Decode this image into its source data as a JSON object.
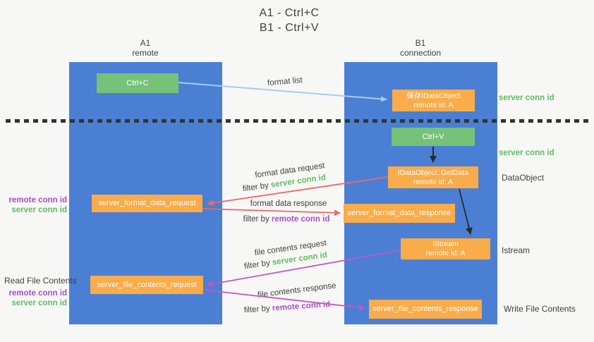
{
  "title": {
    "line1": "A1 - Ctrl+C",
    "line2": "B1 - Ctrl+V"
  },
  "columns": {
    "left": {
      "id": "A1",
      "subtitle": "remote"
    },
    "right": {
      "id": "B1",
      "subtitle": "connection"
    }
  },
  "nodes": {
    "ctrl_c": {
      "label": "Ctrl+C"
    },
    "save_idataobject": {
      "line1": "保存IDataObject",
      "line2": "remote id: A"
    },
    "ctrl_v": {
      "label": "Ctrl+V"
    },
    "getdata": {
      "line1": "IDataObject::GetData",
      "line2": "remote id: A"
    },
    "format_request": {
      "label": "server_format_data_request"
    },
    "format_response": {
      "label": "server_format_data_response"
    },
    "istream": {
      "line1": "IStream",
      "line2": "remote id: A"
    },
    "file_request": {
      "label": "server_file_contents_request"
    },
    "file_response": {
      "label": "server_file_contents_response"
    }
  },
  "edge_labels": {
    "format_list": "format list",
    "format_data_request": "format data request",
    "format_data_response": "format data response",
    "file_contents_request": "file contents request",
    "file_contents_response": "file contents response",
    "filter_by": "filter by",
    "server_conn_id": "server conn id",
    "remote_conn_id": "remote conn id"
  },
  "side_labels": {
    "right_server_conn_id_top": "server conn id",
    "right_server_conn_id_mid": "server conn id",
    "dataobject": "DataObject",
    "istream": "Istream",
    "write_file_contents": "Write File Contents",
    "read_file_contents": "Read File Contents",
    "left_top_remote_conn_id": "remote conn id",
    "left_top_server_conn_id": "server conn id",
    "left_bottom_remote_conn_id": "remote conn id",
    "left_bottom_server_conn_id": "server conn id"
  },
  "colors": {
    "column_blue": "#4b7fd4",
    "node_green": "#76c278",
    "node_orange": "#f9ac49",
    "green_text": "#5fbc63",
    "purple_text": "#a94ec9",
    "salmon_arrow": "#e96a6a",
    "magenta_arrow": "#c159c4",
    "lightblue_arrow": "#a3cdf0"
  }
}
